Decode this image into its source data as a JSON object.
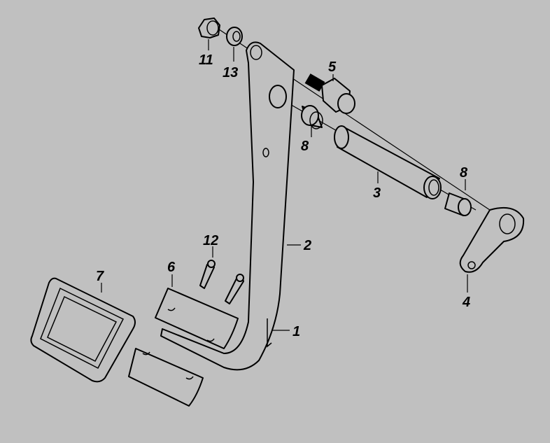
{
  "diagram": {
    "callouts": {
      "nut": "11",
      "washer": "13",
      "bolt": "5",
      "bushing_upper": "8",
      "bushing_lower": "8",
      "shaft_tube": "3",
      "pedal_arm": "2",
      "rivets": "12",
      "pad_plate": "6",
      "rubber_pad": "7",
      "pedal_foot": "1",
      "link_lever": "4"
    },
    "colors": {
      "background": "#c0c0c0",
      "line": "#000000"
    }
  }
}
